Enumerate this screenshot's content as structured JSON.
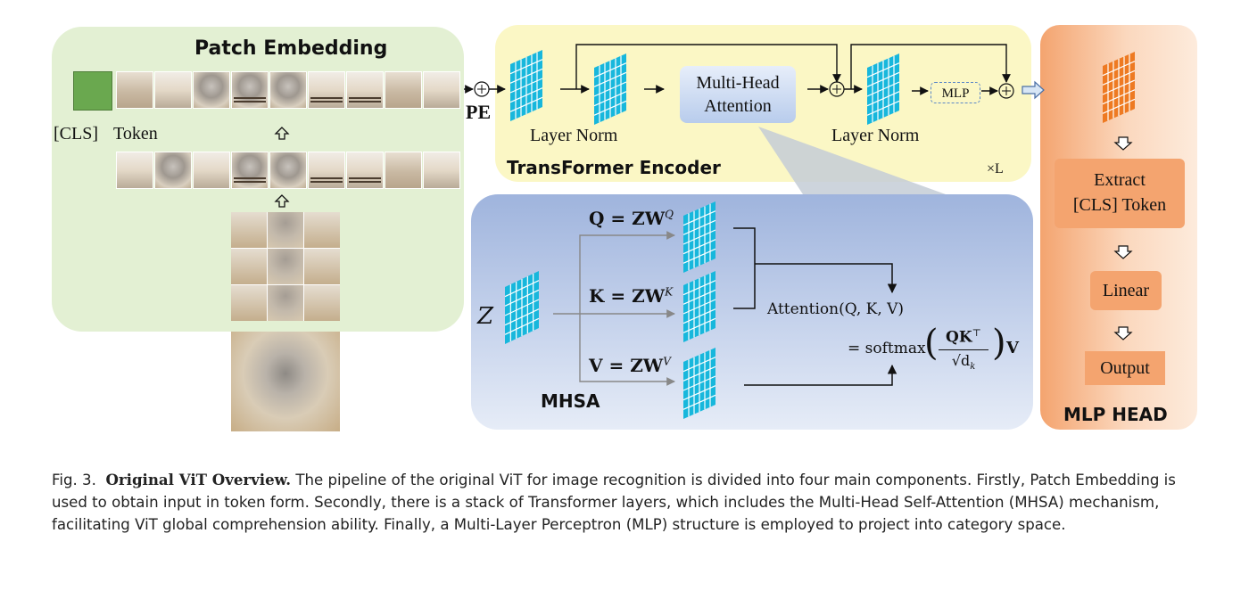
{
  "patch_embedding": {
    "title": "Patch Embedding",
    "cls_label": "[CLS]",
    "token_label": "Token",
    "pe_label": "PE"
  },
  "encoder": {
    "title": "TransFormer Encoder",
    "layer_norm_1": "Layer Norm",
    "layer_norm_2": "Layer Norm",
    "mha_line1": "Multi-Head",
    "mha_line2": "Attention",
    "mlp": "MLP",
    "repeat": "×L"
  },
  "mhsa": {
    "title": "MHSA",
    "z": "Z",
    "q_eq": "Q = ZW",
    "q_sup": "Q",
    "k_eq": "K = ZW",
    "k_sup": "K",
    "v_eq": "V = ZW",
    "v_sup": "V",
    "attention": "Attention(Q, K, V)",
    "softmax_prefix": "= softmax",
    "numerator": "QK",
    "numerator_sup": "⊤",
    "denominator": "√d",
    "denominator_sub": "k",
    "suffix": "V"
  },
  "mlp_head": {
    "title": "MLP HEAD",
    "extract_line1": "Extract",
    "extract_line2": "[CLS] Token",
    "linear": "Linear",
    "output": "Output"
  },
  "caption": {
    "prefix": "Fig. 3.",
    "bold": "Original ViT Overview.",
    "text": "The pipeline of the original ViT for image recognition is divided into four main components. Firstly, Patch Embedding is used to obtain input in token form. Secondly, there is a stack of Transformer layers, which includes the Multi-Head Self-Attention (MHSA) mechanism, facilitating ViT global comprehension ability. Finally, a Multi-Layer Perceptron (MLP) structure is employed to project into category space."
  },
  "colors": {
    "patch_panel": "#e3f0d3",
    "encoder_panel": "#fbf7c5",
    "mhsa_panel": "#9fb4dd",
    "head_panel": "#f4a46f",
    "feature_grid_blue": "#17b7dc",
    "feature_grid_orange": "#ee7a22",
    "cls_token": "#6aa84f"
  }
}
